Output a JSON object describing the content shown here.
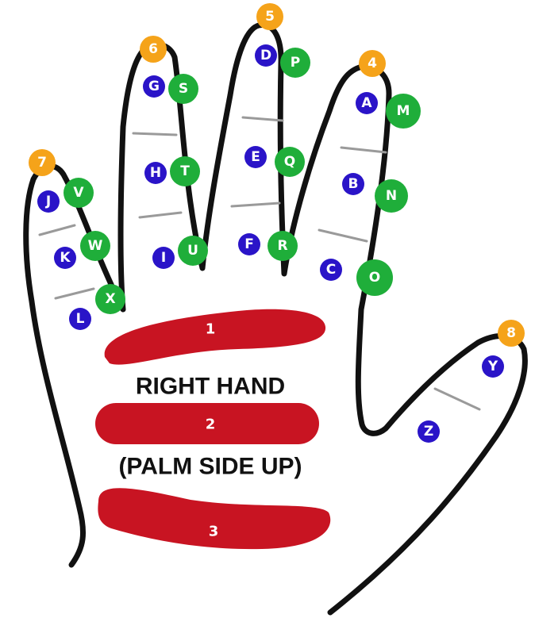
{
  "colors": {
    "background": "#ffffff",
    "outline": "#111111",
    "crease": "#9a9a9a",
    "bar_red": "#c81422",
    "tip_orange": "#f5a31a",
    "letter_blue": "#2a14c8",
    "letter_green": "#1fae3a"
  },
  "heading": {
    "title": "RIGHT HAND",
    "subtitle": "(PALM SIDE UP)"
  },
  "palm_bars": [
    {
      "label": "1"
    },
    {
      "label": "2"
    },
    {
      "label": "3"
    }
  ],
  "fingertips": [
    {
      "label": "7"
    },
    {
      "label": "6"
    },
    {
      "label": "5"
    },
    {
      "label": "4"
    },
    {
      "label": "8"
    }
  ],
  "letters": {
    "blue": [
      "A",
      "B",
      "C",
      "D",
      "E",
      "F",
      "G",
      "H",
      "I",
      "J",
      "K",
      "L",
      "Y",
      "Z"
    ],
    "green": [
      "M",
      "N",
      "O",
      "P",
      "Q",
      "R",
      "S",
      "T",
      "U",
      "V",
      "W",
      "X"
    ]
  }
}
